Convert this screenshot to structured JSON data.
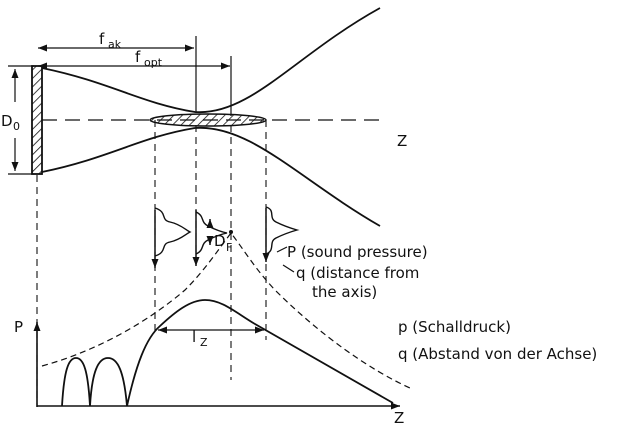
{
  "labels": {
    "f_ak": "f",
    "f_ak_sub": "ak",
    "f_opt": "f",
    "f_opt_sub": "opt",
    "D0": "D",
    "D0_sub": "0",
    "Z_top": "Z",
    "DF": "D",
    "DF_sub": "F",
    "P_axis": "P",
    "lz": "l",
    "lz_sub": "Z",
    "Z_bottom": "Z"
  },
  "annotations": {
    "sound_pressure": "P (sound pressure)",
    "distance_line1": "q (distance from",
    "distance_line2": "the axis)",
    "schalldruck": "p  (Schalldruck)",
    "abstand": "q  (Abstand von der Achse)"
  }
}
